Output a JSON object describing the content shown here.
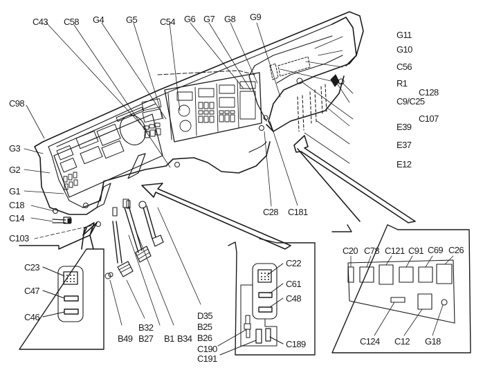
{
  "diagram": {
    "title": "Instrument panel component locations",
    "main_callouts": {
      "c43": "C43",
      "c58": "C58",
      "g4": "G4",
      "g5": "G5",
      "c54": "C54",
      "g6": "G6",
      "g7": "G7",
      "g8": "G8",
      "g9": "G9",
      "g11": "G11",
      "g10": "G10",
      "c56": "C56",
      "r1": "R1",
      "c128": "C128",
      "c9c25": "C9/C25",
      "c107": "C107",
      "e39": "E39",
      "e37": "E37",
      "e12": "E12",
      "c98": "C98",
      "g3": "G3",
      "g2": "G2",
      "g1": "G1",
      "c18": "C18",
      "c14": "C14",
      "c103": "C103",
      "c28": "C28",
      "c181": "C181"
    },
    "pedal_callouts": {
      "b49": "B49",
      "b32": "B32",
      "b27": "B27",
      "b1": "B1",
      "b34": "B34",
      "d35": "D35",
      "b25": "B25",
      "b26": "B26",
      "c190": "C190",
      "c191": "C191"
    },
    "left_inset": {
      "c23": "C23",
      "c47": "C47",
      "c46": "C46"
    },
    "center_inset": {
      "c22": "C22",
      "c61": "C61",
      "c48": "C48",
      "c189": "C189"
    },
    "right_inset": {
      "top_row": [
        "C20",
        "C78",
        "C121",
        "C91",
        "C69",
        "C26"
      ],
      "c124": "C124",
      "c12": "C12",
      "g18": "G18"
    }
  }
}
